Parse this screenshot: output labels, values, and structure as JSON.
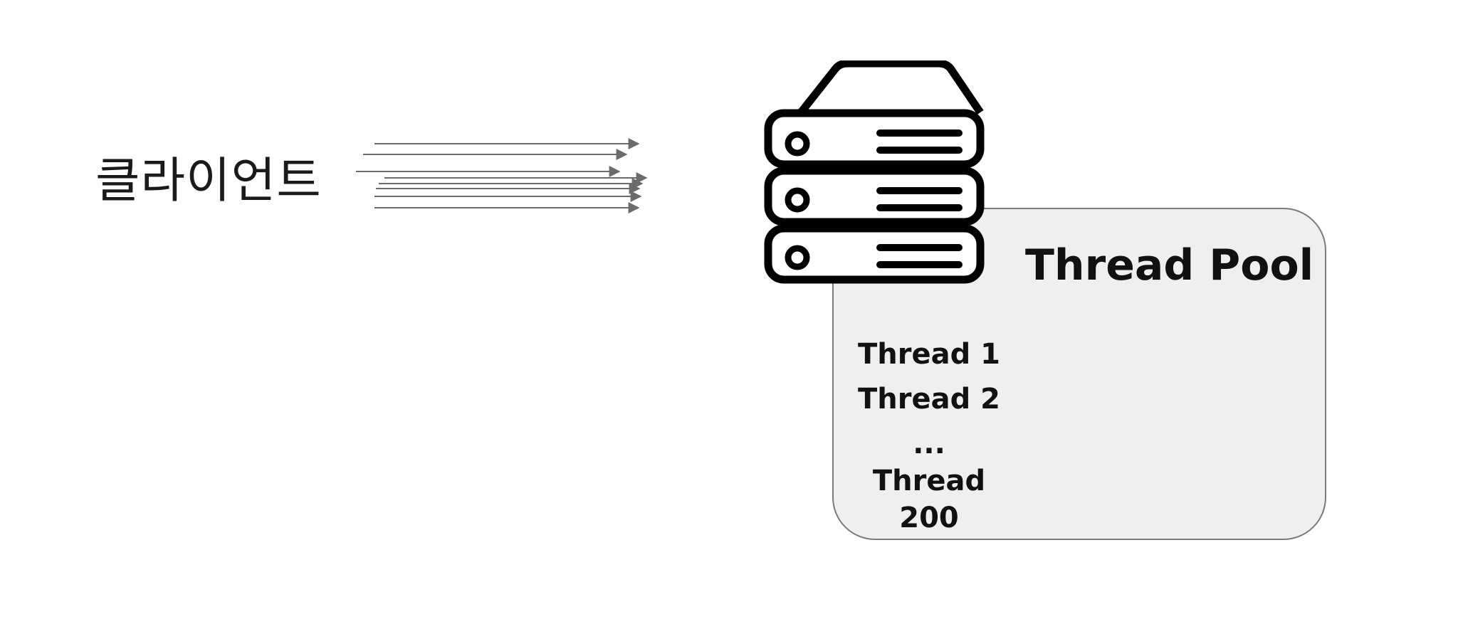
{
  "client": {
    "label": "클라이언트"
  },
  "thread_pool": {
    "title": "Thread Pool",
    "threads": [
      "Thread 1",
      "Thread 2",
      "...",
      "Thread 200"
    ]
  },
  "icons": {
    "server": "server-stack-icon",
    "requests": "arrow-right-icon"
  },
  "colors": {
    "arrow": "#6b6b6b",
    "pool_background": "#efefef",
    "pool_border": "#7a7a7a",
    "server_stroke": "#000000"
  }
}
